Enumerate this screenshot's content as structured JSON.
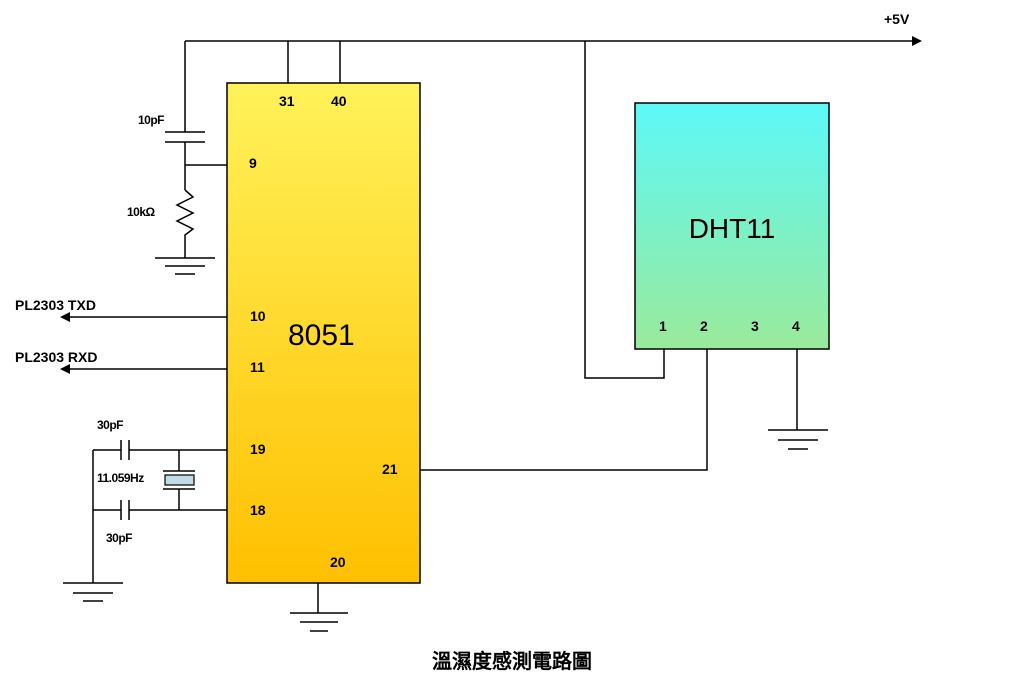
{
  "supply": "+5V",
  "mcu": {
    "name": "8051",
    "pins": {
      "p31": "31",
      "p40": "40",
      "p9": "9",
      "p10": "10",
      "p11": "11",
      "p19": "19",
      "p18": "18",
      "p20": "20",
      "p21": "21"
    },
    "color_top": "#FFF25A",
    "color_bottom": "#FFC000"
  },
  "sensor": {
    "name": "DHT11",
    "pins": [
      "1",
      "2",
      "3",
      "4"
    ],
    "color_top": "#5CF8F8",
    "color_bottom": "#9AEA9A"
  },
  "components": {
    "reset_cap": "10pF",
    "reset_res": "10kΩ",
    "cap_top": "30pF",
    "cap_bottom": "30pF",
    "crystal": "11.059Hz"
  },
  "signals": {
    "txd": "PL2303 TXD",
    "rxd": "PL2303 RXD"
  },
  "caption": "溫濕度感測電路圖"
}
